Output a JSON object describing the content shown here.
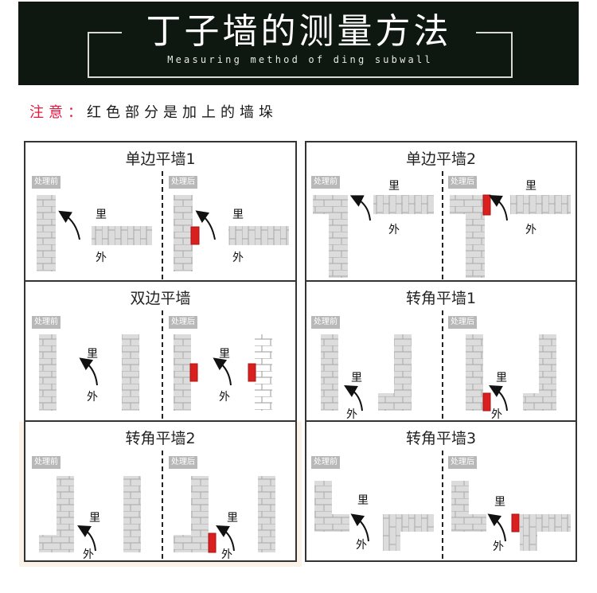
{
  "header": {
    "title": "丁子墙的测量方法",
    "subtitle": "Measuring method of ding subwall",
    "background_color": "#0e1710"
  },
  "note": {
    "label": "注意：",
    "text": "红色部分是加上的墙垛",
    "label_color": "#e8163f"
  },
  "common_labels": {
    "before": "处理前",
    "after": "处理后",
    "inside": "里",
    "outside": "外"
  },
  "colors": {
    "wall_fill": "#dcdcdc",
    "mortar": "#a8a8a8",
    "added_pier": "#d9201f",
    "panel_border": "#333333",
    "tag_bg": "#b8b8b8"
  },
  "panels": [
    {
      "id": "single-flat-1",
      "title": "单边平墙1"
    },
    {
      "id": "single-flat-2",
      "title": "单边平墙2"
    },
    {
      "id": "double-flat",
      "title": "双边平墙"
    },
    {
      "id": "corner-flat-1",
      "title": "转角平墙1"
    },
    {
      "id": "corner-flat-2",
      "title": "转角平墙2"
    },
    {
      "id": "corner-flat-3",
      "title": "转角平墙3"
    }
  ]
}
